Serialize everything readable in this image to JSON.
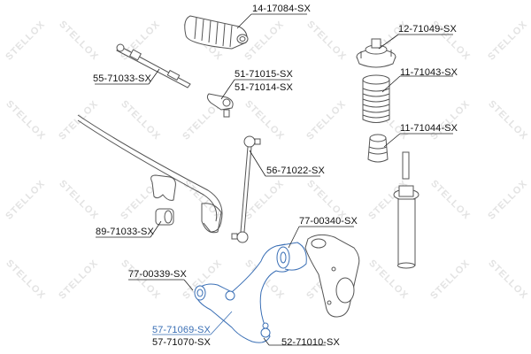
{
  "diagram": {
    "type": "exploded-parts-diagram",
    "watermark": "STELLOX",
    "highlight_color": "#3a6fb5",
    "line_color": "#222222",
    "part_color": "#555555",
    "parts": [
      {
        "id": "14-17084-SX",
        "label": "14-17084-SX",
        "part": "steering rack boot"
      },
      {
        "id": "12-71049-SX",
        "label": "12-71049-SX",
        "part": "strut top mount"
      },
      {
        "id": "55-71033-SX",
        "label": "55-71033-SX",
        "part": "inner tie rod"
      },
      {
        "id": "51-71015-SX",
        "label": "51-71015-SX",
        "part": "tie rod end"
      },
      {
        "id": "51-71014-SX",
        "label": "51-71014-SX",
        "part": "tie rod end"
      },
      {
        "id": "11-71043-SX",
        "label": "11-71043-SX",
        "part": "dust boot"
      },
      {
        "id": "11-71044-SX",
        "label": "11-71044-SX",
        "part": "bump stop"
      },
      {
        "id": "56-71022-SX",
        "label": "56-71022-SX",
        "part": "stabilizer link"
      },
      {
        "id": "89-71033-SX",
        "label": "89-71033-SX",
        "part": "stabilizer bushing"
      },
      {
        "id": "77-00340-SX",
        "label": "77-00340-SX",
        "part": "control arm rear bushing"
      },
      {
        "id": "77-00339-SX",
        "label": "77-00339-SX",
        "part": "control arm front bushing"
      },
      {
        "id": "57-71069-SX",
        "label": "57-71069-SX",
        "part": "lower control arm",
        "highlighted": true
      },
      {
        "id": "57-71070-SX",
        "label": "57-71070-SX",
        "part": "lower control arm"
      },
      {
        "id": "52-71010-SX",
        "label": "52-71010-SX",
        "part": "ball joint"
      }
    ]
  }
}
